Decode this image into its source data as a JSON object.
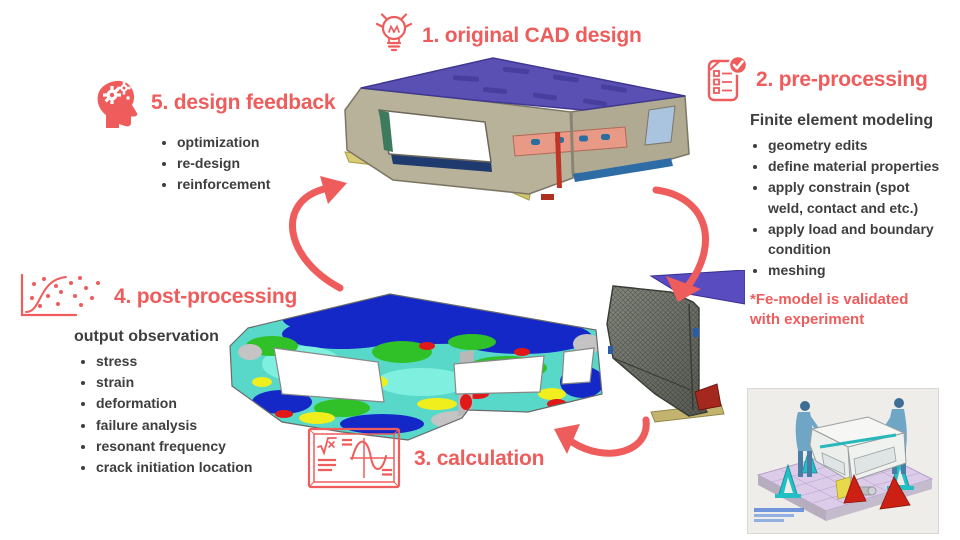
{
  "colors": {
    "accent": "#ef5c5c",
    "body_text": "#3e3e3e",
    "cad_roof": "#5a50b4",
    "cad_panel": "#b8b29a",
    "fea_blue": "#1428c8",
    "fea_cyan": "#58d8c8",
    "fea_green": "#30c028",
    "fea_yellow": "#f0ee1c",
    "fea_red": "#e01818"
  },
  "step1": {
    "label": "1. original CAD design",
    "icon": "lightbulb-icon"
  },
  "step2": {
    "label": "2. pre-processing",
    "icon": "clipboard-check-icon",
    "subtitle": "Finite element modeling",
    "bullets": [
      "geometry edits",
      "define material properties",
      "apply constrain (spot weld, contact and etc.)",
      "apply load and boundary condition",
      "meshing"
    ],
    "note": "*Fe-model is validated with experiment"
  },
  "step3": {
    "label": "3. calculation",
    "icon": "math-board-icon"
  },
  "step4": {
    "label": "4. post-processing",
    "icon": "scatter-curve-chart-icon",
    "subtitle": "output observation",
    "bullets": [
      "stress",
      "strain",
      "deformation",
      "failure analysis",
      "resonant frequency",
      "crack initiation location"
    ]
  },
  "step5": {
    "label": "5. design feedback",
    "icon": "head-gears-icon",
    "bullets": [
      "optimization",
      "re-design",
      "reinforcement"
    ]
  },
  "images": {
    "cad_model": "cad-hardtop-model",
    "fea_result": "fea-stress-contour-model",
    "mesh_detail": "meshed-pillar-detail",
    "experiment": "experiment-validation-setup"
  },
  "arrows": [
    "step1-to-step2",
    "step2-to-step3",
    "step4-to-step5"
  ]
}
